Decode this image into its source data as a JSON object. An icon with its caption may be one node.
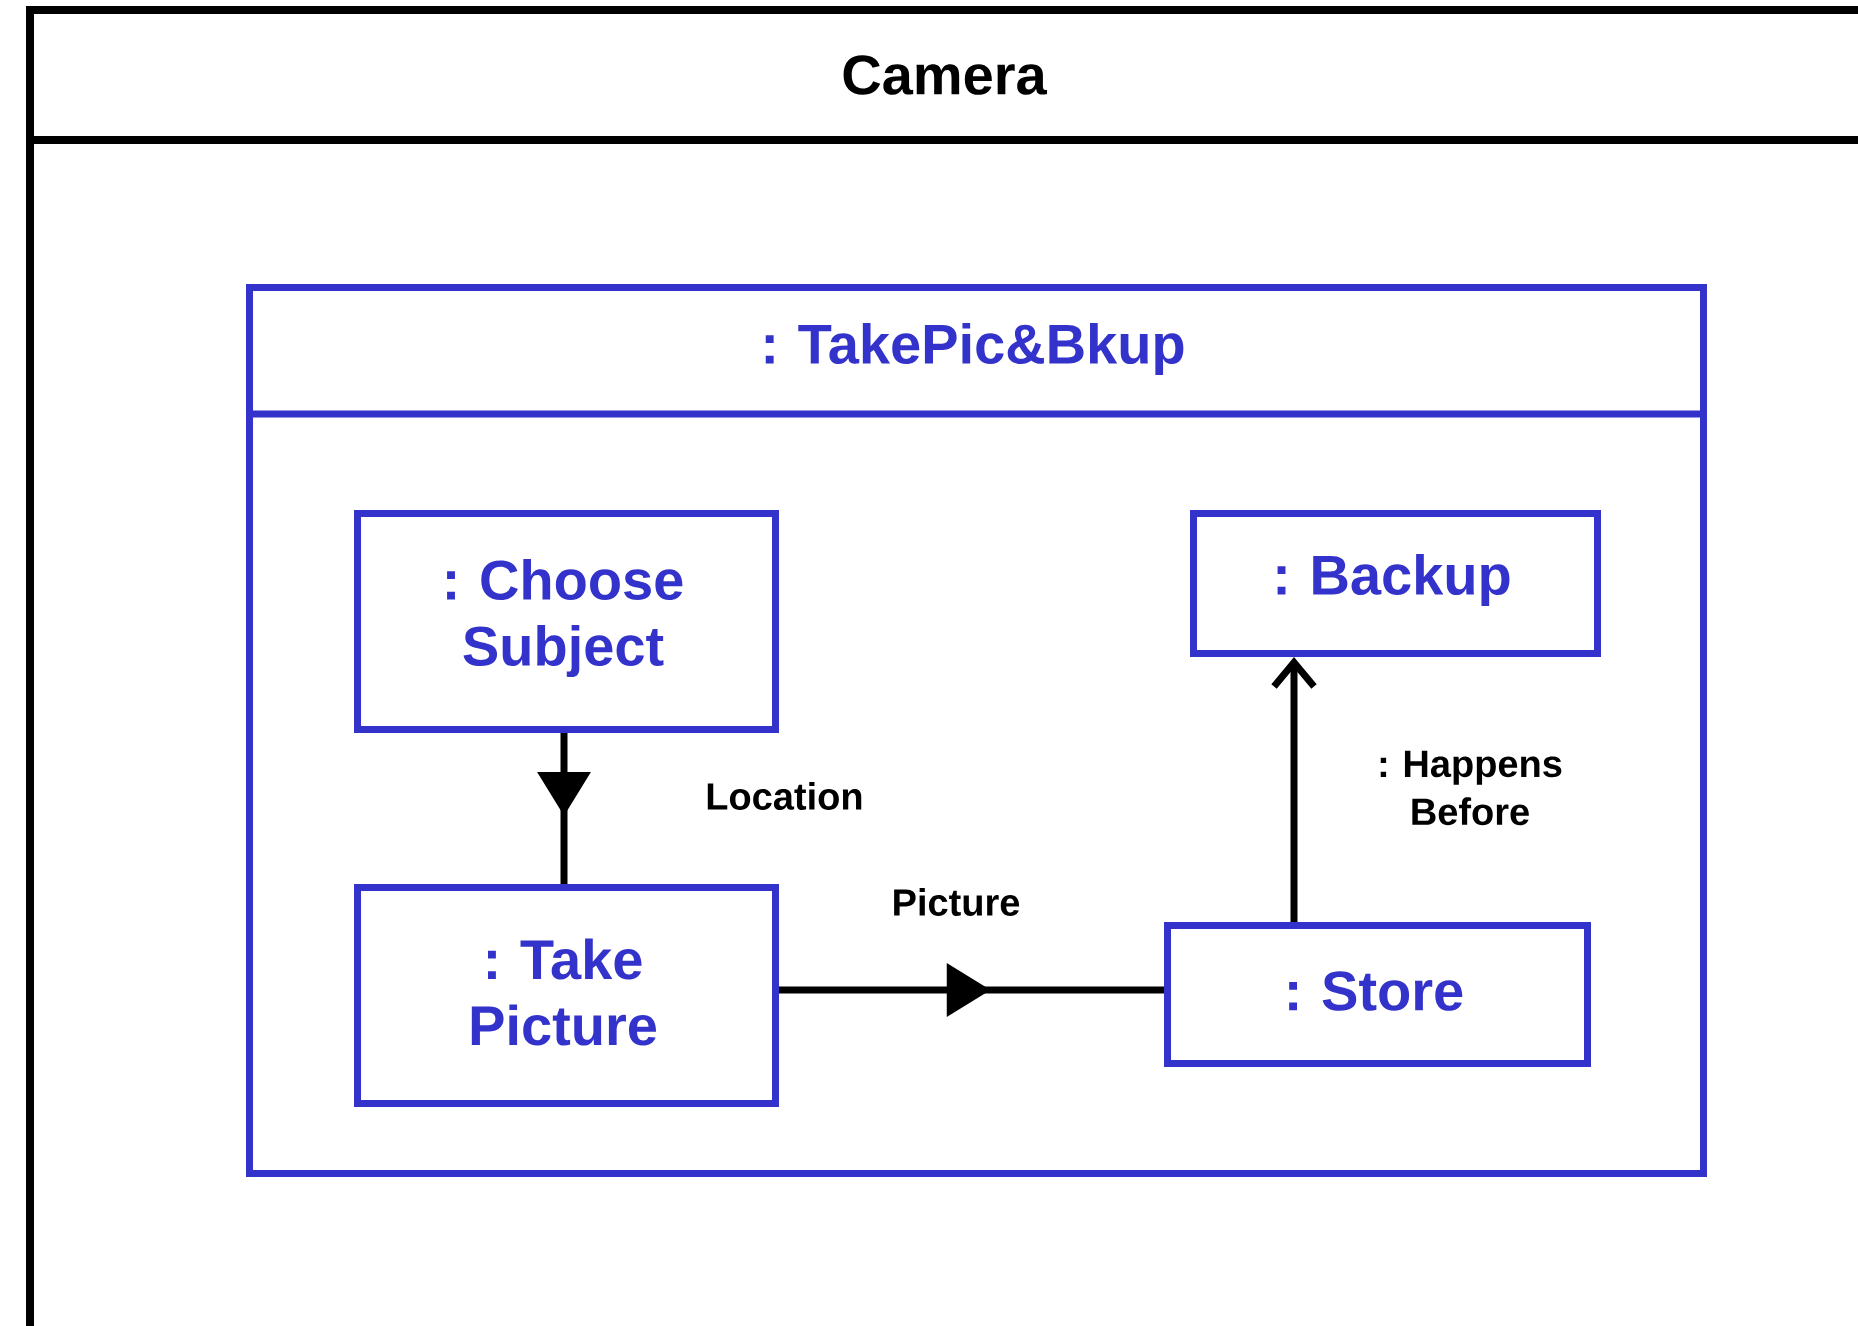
{
  "diagram": {
    "nodes": [
      {
        "text": [
          "Camera"
        ]
      },
      {
        "text": [
          ": TakePic&Bkup"
        ],
        "in": 0
      },
      {
        "text": [
          ": Choose Subject"
        ],
        "in": 1
      },
      {
        "text": [
          ": Backup"
        ],
        "in": 1
      },
      {
        "text": [
          ": Take Picture"
        ],
        "in": 1
      },
      {
        "text": [
          ": Store"
        ],
        "in": 1
      }
    ],
    "edges": [
      {
        "from": 2,
        "to": 4,
        "arrow": "to",
        "label": "Location"
      },
      {
        "from": 4,
        "to": 5,
        "arrow": "to",
        "label": "Picture"
      },
      {
        "from": 5,
        "to": 3,
        "arrow": "to",
        "label": ": Happens Before"
      }
    ]
  }
}
